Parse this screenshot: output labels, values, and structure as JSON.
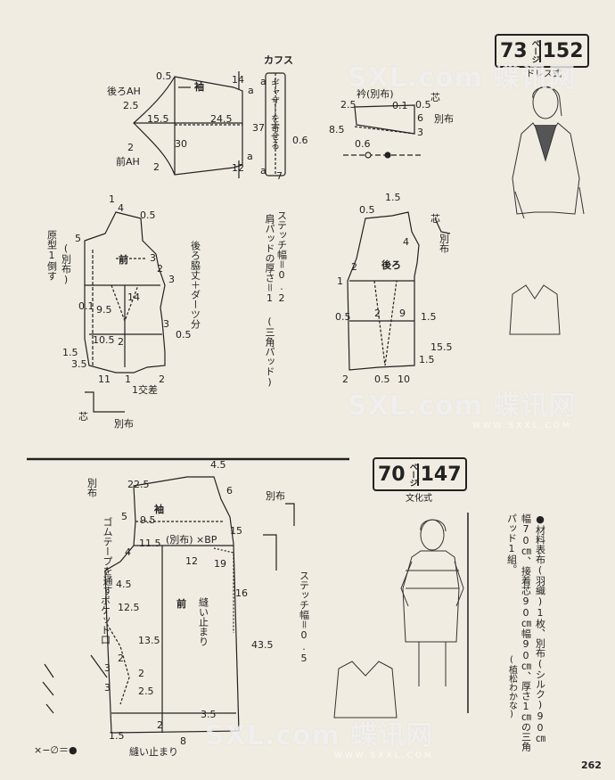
{
  "page_number": "262",
  "watermark": {
    "logo": "SXL.com 蝶讯网",
    "url": "WWW.SXXL.COM"
  },
  "pattern_73": {
    "badge_left": "73",
    "badge_kana": "ページ",
    "badge_right": "152",
    "style": "ドレス式",
    "sleeve": {
      "title": "袖",
      "back_ah": "後ろAH",
      "front_ah": "前AH",
      "dims": [
        "0.5",
        "14",
        "a",
        "2.5",
        "15.5",
        "24.5",
        "30",
        "2",
        "2",
        "12",
        "a"
      ]
    },
    "cuff": {
      "title": "カフス",
      "text": "ギャザーを寄せる",
      "dims": [
        "a",
        "37",
        "0.6",
        "7",
        "a"
      ]
    },
    "collar": {
      "title": "衿",
      "fabric": "(別布)",
      "core": "芯",
      "separate": "別布",
      "dims": [
        "0.1",
        "2.5",
        "0.5",
        "6",
        "8.5",
        "3",
        "0.6"
      ]
    },
    "front": {
      "title": "前",
      "side_note": "原型1倒す",
      "fabric_note": "(別布)",
      "separate": "別布",
      "core": "芯",
      "dims": [
        "1",
        "4",
        "0.5",
        "5",
        "3",
        "2",
        "3",
        "0.1",
        "9.5",
        "14",
        "10.5",
        "2",
        "1.5",
        "3.5",
        "11",
        "1",
        "2",
        "3",
        "0.5"
      ],
      "diff": "1交差"
    },
    "notes": {
      "stitch": "ステッチ幅＝0.2",
      "shoulder_pad": "肩パッドの厚さ＝1 (三角パッド)",
      "dart": "後ろ脇丈＋ダーツ分"
    },
    "back": {
      "title": "後ろ",
      "core": "芯",
      "separate": "別布",
      "dims": [
        "0.5",
        "1.5",
        "4",
        "2",
        "1",
        "0.5",
        "2",
        "9",
        "1.5",
        "15.5",
        "2",
        "0.5",
        "10",
        "1.5"
      ]
    }
  },
  "pattern_70": {
    "badge_left": "70",
    "badge_kana": "ページ",
    "badge_right": "147",
    "style": "文化式",
    "front": {
      "title": "前",
      "sleeve": "袖",
      "separate": "別布",
      "elastic": "ゴムテープを通す",
      "pocket": "ポケット口",
      "sew_stop": "縫い止まり",
      "sew_stop2": "縫い止まり",
      "bp": "×BP",
      "fabric": "(別布)",
      "dims": [
        "4.5",
        "22.5",
        "5",
        "9.5",
        "11.5",
        "4",
        "4.5",
        "12.5",
        "13.5",
        "2",
        "3",
        "3",
        "2",
        "2.5",
        "43.5",
        "3.5",
        "2",
        "8",
        "1.5",
        "15",
        "19",
        "12",
        "16",
        "6"
      ]
    },
    "legend": "×−∅＝●",
    "stitch": "ステッチ幅＝0.5",
    "separate_right": "別布"
  },
  "materials": {
    "heading": "●材料",
    "line1": "表布(羽織)1枚、別布(シルク)90㎝",
    "line2": "幅70㎝、接着芯90㎝幅90㎝、厚さ1㎝の三角",
    "line3": "パッド1組。",
    "credit": "(植松わかな)"
  }
}
